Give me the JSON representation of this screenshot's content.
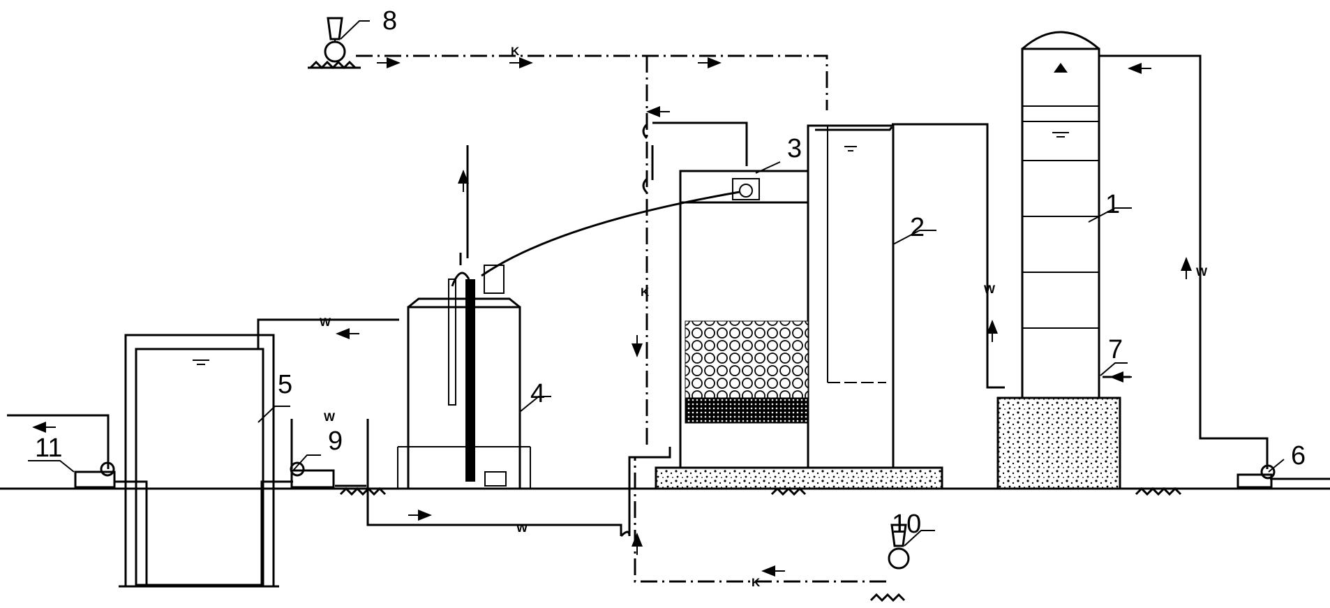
{
  "diagram": {
    "component_labels": [
      "1",
      "2",
      "3",
      "4",
      "5",
      "6",
      "7",
      "8",
      "9",
      "10",
      "11"
    ],
    "pipe_codes": {
      "water": "W",
      "air": "K"
    }
  }
}
